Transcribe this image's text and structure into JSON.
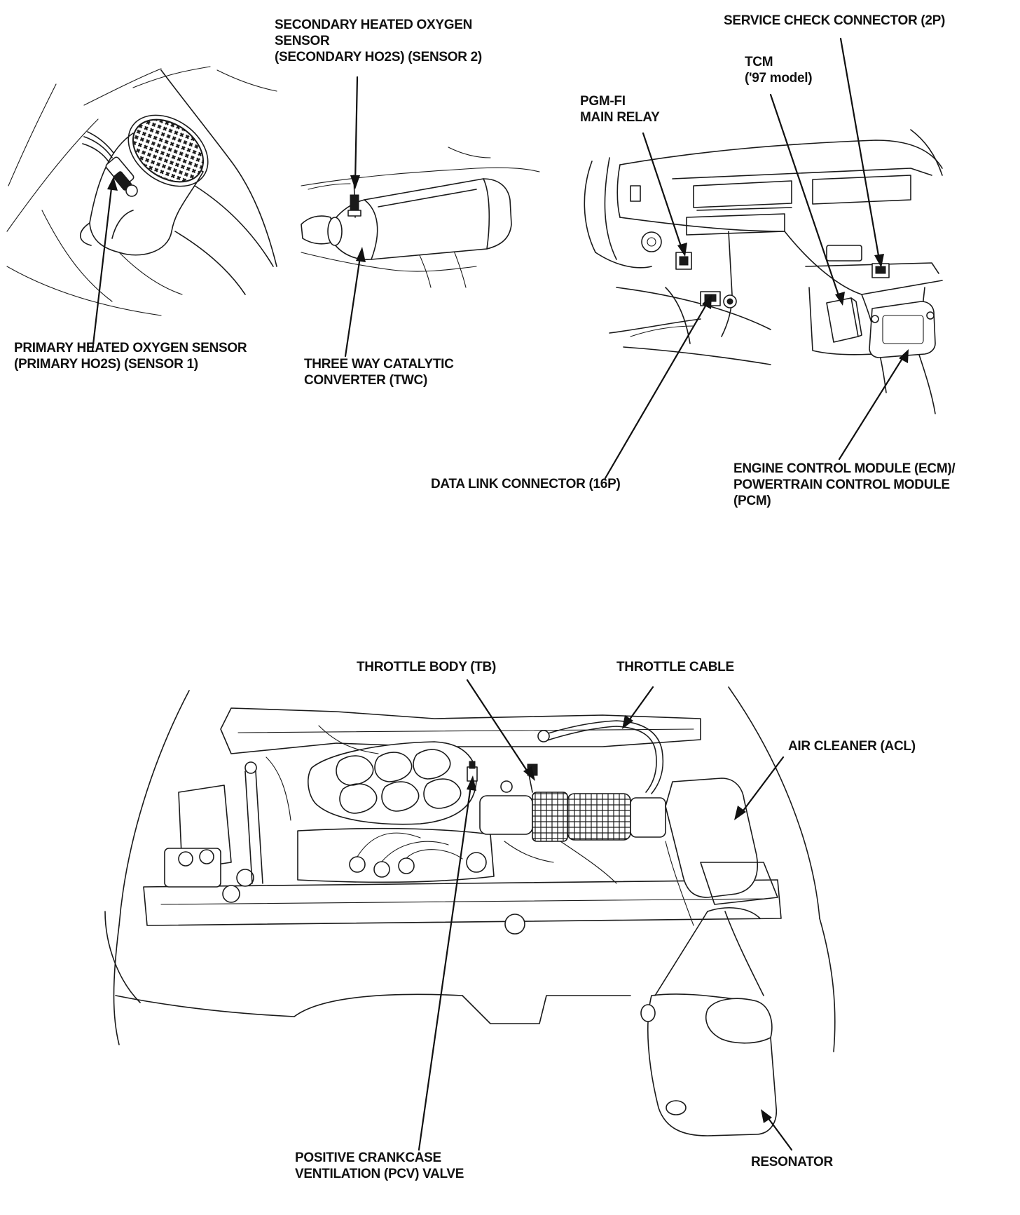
{
  "labels": {
    "secondary_ho2s": [
      "SECONDARY HEATED OXYGEN",
      "SENSOR",
      "(SECONDARY HO2S) (SENSOR 2)"
    ],
    "service_check": [
      "SERVICE CHECK CONNECTOR (2P)"
    ],
    "tcm": [
      "TCM",
      "('97 model)"
    ],
    "pgm_fi": [
      "PGM-FI",
      "MAIN RELAY"
    ],
    "primary_ho2s": [
      "PRIMARY HEATED OXYGEN SENSOR",
      "(PRIMARY HO2S) (SENSOR 1)"
    ],
    "twc": [
      "THREE WAY CATALYTIC",
      "CONVERTER (TWC)"
    ],
    "dlc": [
      "DATA LINK CONNECTOR (16P)"
    ],
    "ecm_pcm": [
      "ENGINE CONTROL MODULE (ECM)/",
      "POWERTRAIN CONTROL MODULE",
      "(PCM)"
    ],
    "throttle_body": [
      "THROTTLE BODY (TB)"
    ],
    "throttle_cable": [
      "THROTTLE CABLE"
    ],
    "air_cleaner": [
      "AIR CLEANER (ACL)"
    ],
    "pcv_valve": [
      "POSITIVE CRANKCASE",
      "VENTILATION (PCV) VALVE"
    ],
    "resonator": [
      "RESONATOR"
    ]
  },
  "colors": {
    "ink": "#111111",
    "paper": "#ffffff"
  }
}
